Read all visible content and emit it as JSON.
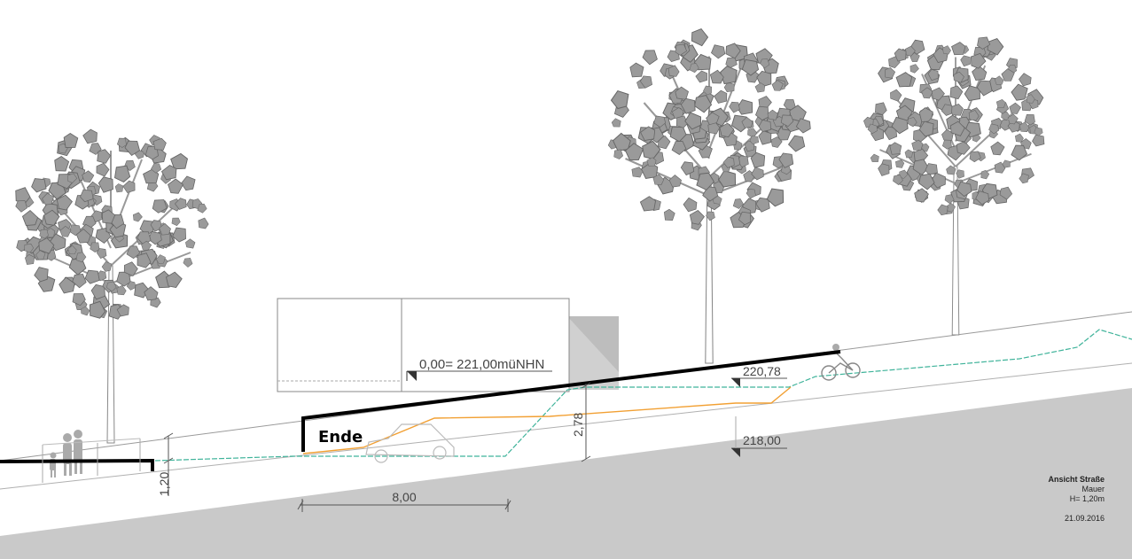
{
  "labels": {
    "ende": "Ende",
    "reference_level": "0,00= 221,00müNHN",
    "level_top": "220,78",
    "level_bottom": "218,00",
    "dim_height_left": "1,20",
    "dim_height_middle": "2,78",
    "dim_width": "8,00"
  },
  "title_block": {
    "title": "Ansicht Straße",
    "subtitle": "Mauer",
    "height_note": "H= 1,20m",
    "date": "21.09.2016"
  },
  "colors": {
    "ground": "#c9c9c9",
    "wall_line": "#000000",
    "orange_line": "#f2a033",
    "teal_line": "#3fb39a",
    "tree": "#8a8a8a"
  },
  "icons": {
    "pedestrians": "pedestrian-group-icon",
    "car": "car-icon",
    "cyclist": "cyclist-icon",
    "tree": "tree-icon"
  }
}
